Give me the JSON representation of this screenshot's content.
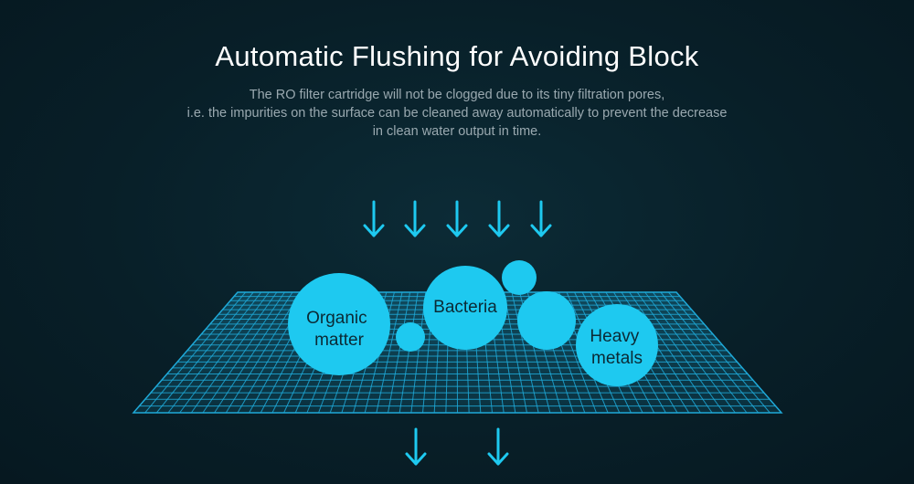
{
  "heading": {
    "title": "Automatic Flushing for Avoiding Block",
    "description_lines": [
      "The RO filter cartridge will not be clogged due to its tiny filtration pores,",
      "i.e. the impurities on the surface can be cleaned away automatically to prevent the decrease",
      "in clean water output in time."
    ]
  },
  "labels": {
    "organic_line1": "Organic",
    "organic_line2": "matter",
    "bacteria": "Bacteria",
    "heavy_line1": "Heavy",
    "heavy_line2": "metals"
  },
  "colors": {
    "background": "#081f28",
    "accent": "#1ec9f0",
    "mesh": "#1fa9d8",
    "title": "#ffffff",
    "subtitle": "#9aa9b0"
  },
  "icons": {
    "inflow": "arrow-down-icon",
    "outflow": "arrow-down-icon"
  }
}
